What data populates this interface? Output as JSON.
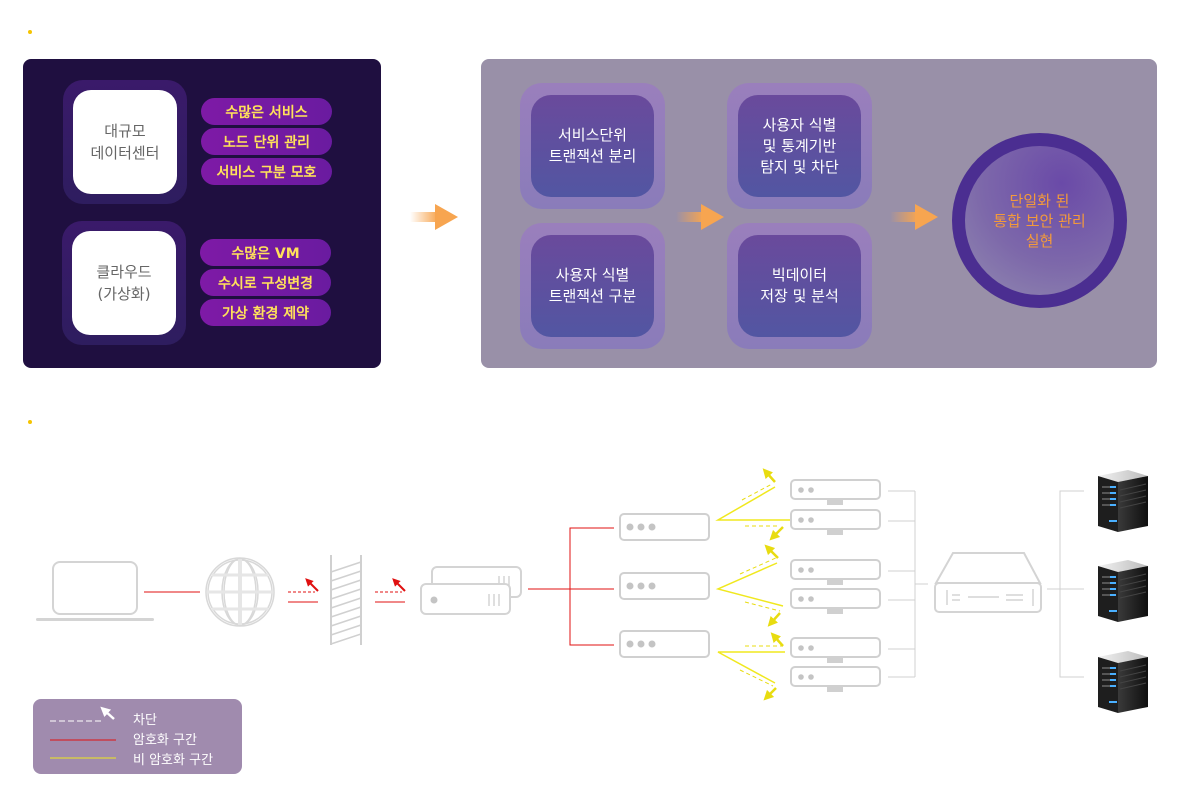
{
  "section_markers": [
    {
      "name": "section-1-bullet"
    },
    {
      "name": "section-2-bullet"
    }
  ],
  "colors": {
    "bullet": "#f5c400",
    "dark_panel": "#1f0f40",
    "pill_bg": "#7e1aa6",
    "pill_text": "#ffe15a",
    "gray_panel": "#9990a8",
    "goal_text": "#f49a3a",
    "encrypted_line": "#e01010",
    "unencrypted_line": "#f0e81e",
    "device_stroke": "#d0d0d0",
    "legend_bg": "#a08bae"
  },
  "problem_panel": {
    "environments": [
      {
        "label": "대규모\n데이터센터",
        "features": [
          "수많은 서비스",
          "노드 단위 관리",
          "서비스 구분 모호"
        ]
      },
      {
        "label": "클라우드\n(가상화)",
        "features": [
          "수많은 VM",
          "수시로 구성변경",
          "가상 환경 제약"
        ]
      }
    ]
  },
  "solution_panel": {
    "steps": [
      {
        "label": "서비스단위\n트랜잭션 분리"
      },
      {
        "label": "사용자 식별\n트랜잭션 구분"
      },
      {
        "label": "사용자 식별\n및 통계기반\n탐지 및 차단"
      },
      {
        "label": "빅데이터\n저장 및 분석"
      }
    ],
    "goal": {
      "label": "단일화 된\n통합 보안 관리\n실현"
    }
  },
  "network": {
    "nodes": [
      "laptop",
      "internet-globe",
      "firewall",
      "gateway-servers",
      "proxy-servers",
      "app-servers",
      "storage-switch",
      "database-servers"
    ]
  },
  "legend": {
    "items": [
      {
        "type": "blocked",
        "label": "차단"
      },
      {
        "type": "encrypted",
        "label": "암호화 구간"
      },
      {
        "type": "unencrypted",
        "label": "비 암호화 구간"
      }
    ]
  }
}
